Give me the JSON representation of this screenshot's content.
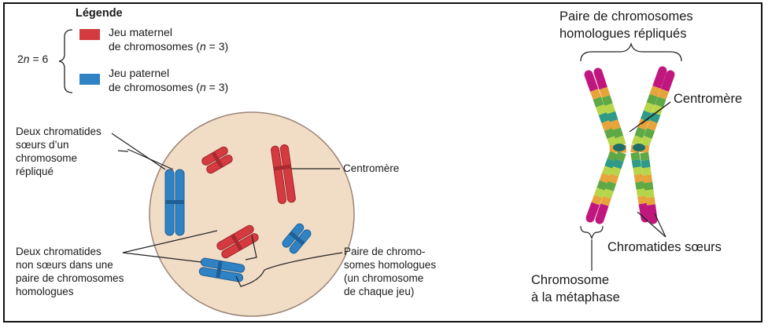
{
  "legend": {
    "title": "Légende",
    "two_n": "2n = 6",
    "maternal_line1": "Jeu maternel",
    "maternal_line2": "de chromosomes (n = 3)",
    "paternal_line1": "Jeu paternel",
    "paternal_line2": "de chromosomes (n = 3)",
    "maternal_color": "#d43a40",
    "paternal_color": "#2f83c5"
  },
  "cell_labels": {
    "sister_chromatids": [
      "Deux chromatides",
      "sœurs d’un",
      "chromosome",
      "répliqué"
    ],
    "centromere": "Centromère",
    "non_sister": [
      "Deux chromatides",
      "non sœurs dans une",
      "paire de chromosomes",
      "homologues"
    ],
    "homologous_pair": [
      "Paire de chromo-",
      "somes homologues",
      "(un chromosome",
      "de chaque jeu)"
    ]
  },
  "right_labels": {
    "pair_title": [
      "Paire de chromosomes",
      "homologues répliqués"
    ],
    "centromere": "Centromère",
    "metaphase": [
      "Chromosome",
      "à la métaphase"
    ],
    "sister_chromatids": "Chromatides  sœurs"
  },
  "colors": {
    "cell_fill": "#f1dcc6",
    "cell_stroke": "#9b8577",
    "band_magenta": "#c0177e",
    "band_orange": "#e6a43a",
    "band_green": "#5ea845",
    "band_lime": "#b7d54a",
    "band_teal": "#2f9a86"
  }
}
